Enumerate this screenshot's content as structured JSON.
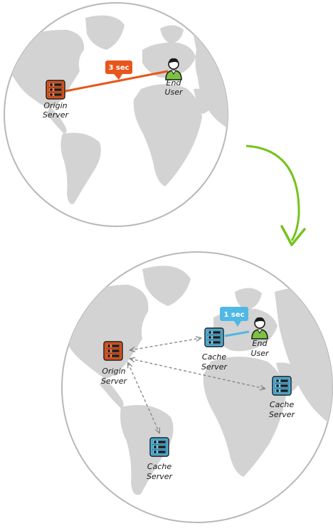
{
  "colors": {
    "origin": "#e8561c",
    "cache": "#4fb8e6",
    "user_body": "#7cc242",
    "arrow": "#74c41c",
    "land": "#d3d3d3",
    "globe_stroke": "#b8b8b8",
    "dashed": "#8a8a8a"
  },
  "top_map": {
    "origin_label": [
      "Origin",
      "Server"
    ],
    "user_label": [
      "End",
      "User"
    ],
    "latency_badge": "3 sec"
  },
  "bottom_map": {
    "origin_label": [
      "Origin",
      "Server"
    ],
    "user_label": [
      "End",
      "User"
    ],
    "latency_badge": "1 sec",
    "cache_europe_label": [
      "Cache",
      "Server"
    ],
    "cache_asia_label": [
      "Cache",
      "Server"
    ],
    "cache_south_america_label": [
      "Cache",
      "Server"
    ]
  }
}
